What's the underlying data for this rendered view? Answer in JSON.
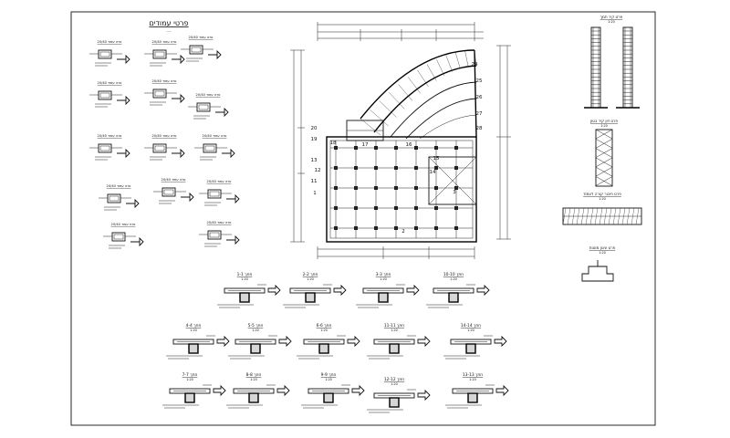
{
  "detail_group_title": "פרטי עמודים",
  "detail_group_subtitle": "-----",
  "column_details": [
    {
      "label": "20/40 פרט עמוד"
    },
    {
      "label": "20/40 פרט עמוד"
    },
    {
      "label": "20/40 פרט עמוד"
    },
    {
      "label": "20/40 פרט עמוד"
    },
    {
      "label": "20/40 פרט עמוד"
    },
    {
      "label": "20/40 פרט עמוד"
    },
    {
      "label": "20/40 פרט עמוד"
    },
    {
      "label": "20/40 פרט עמוד"
    },
    {
      "label": "20/40 פרט עמוד"
    },
    {
      "label": "20/40 פרט עמוד"
    },
    {
      "label": "20/40 פרט עמוד"
    },
    {
      "label": "20/40 פרט עמוד"
    },
    {
      "label": "20/40 פרט עמוד"
    },
    {
      "label": "20/40 פרט עמוד"
    }
  ],
  "plan_grid_labels": [
    "20",
    "19",
    "18",
    "17",
    "16",
    "15",
    "14",
    "13",
    "12",
    "11",
    "24",
    "25",
    "26",
    "27",
    "28",
    "1",
    "2",
    "3"
  ],
  "sections": [
    {
      "title": "1-1 חתך",
      "scale": "1:20"
    },
    {
      "title": "2-2 חתך",
      "scale": "1:20"
    },
    {
      "title": "3-3 חתך",
      "scale": "1:20"
    },
    {
      "title": "10-10 חתך",
      "scale": "1:20"
    },
    {
      "title": "4-4 חתך",
      "scale": "1:20"
    },
    {
      "title": "5-5 חתך",
      "scale": "1:20"
    },
    {
      "title": "6-6 חתך",
      "scale": "1:20"
    },
    {
      "title": "11-11 חתך",
      "scale": "1:20"
    },
    {
      "title": "14-14 חתך",
      "scale": "1:20"
    },
    {
      "title": "7-7 חתך",
      "scale": "1:20"
    },
    {
      "title": "8-8 חתך",
      "scale": "1:20"
    },
    {
      "title": "9-9 חתך",
      "scale": "1:20"
    },
    {
      "title": "12-12 חתך",
      "scale": "1:20"
    },
    {
      "title": "13-13 חתך",
      "scale": "1:20"
    }
  ],
  "right_details": [
    {
      "title": "פרט קיר תמך",
      "scale": "1:20"
    },
    {
      "title": "פרט זיון קיר בטון",
      "scale": "1:20"
    },
    {
      "title": "פרט חיבור קורה לעמוד",
      "scale": "1:20"
    },
    {
      "title": "פרט עיגון מוטות",
      "scale": "1:20"
    }
  ]
}
